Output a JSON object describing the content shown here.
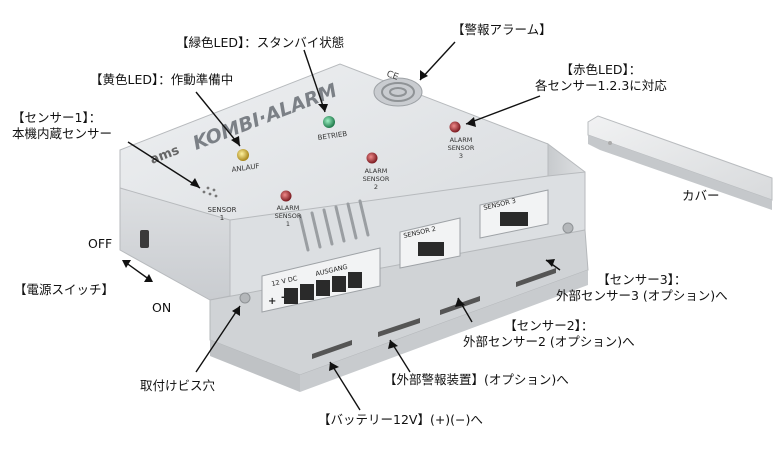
{
  "device": {
    "brand": "ams",
    "logo": "KOMBI·ALARM",
    "ce_mark": "CE",
    "leds": {
      "anlauf": "ANLAUF",
      "betrieb": "BETRIEB",
      "alarm_sensor_1": [
        "ALARM",
        "SENSOR",
        "1"
      ],
      "alarm_sensor_2": [
        "ALARM",
        "SENSOR",
        "2"
      ],
      "alarm_sensor_3": [
        "ALARM",
        "SENSOR",
        "3"
      ]
    },
    "sensor_1_label": [
      "SENSOR",
      "1"
    ],
    "terminal_labels": {
      "power": "12 V DC",
      "output": "AUSGANG",
      "plus": "+",
      "minus": "-",
      "sensor_2": "SENSOR 2",
      "sensor_3": "SENSOR 3"
    },
    "colors": {
      "led_green": "#2fa86a",
      "led_yellow": "#d9b42a",
      "led_red": "#b8323a",
      "body": "#e6e8ea"
    }
  },
  "annotations": {
    "green_led": "【緑色LED】：スタンバイ状態",
    "alarm": "【警報アラーム】",
    "red_led": "【赤色LED】：\n各センサー1.2.3に対応",
    "yellow_led": "【黄色LED】：作動準備中",
    "sensor1": "【センサー1】：\n本機内蔵センサー",
    "cover": "カバー",
    "off": "OFF",
    "power_switch": "【電源スイッチ】",
    "on": "ON",
    "sensor3": "【センサー3】：\n外部センサー3 (オプション)へ",
    "sensor2": "【センサー2】：\n外部センサー2 (オプション)へ",
    "mount_hole": "取付けビス穴",
    "external_alarm": "【外部警報装置】(オプション)へ",
    "battery": "【バッテリー12V】(+)(−)へ"
  }
}
